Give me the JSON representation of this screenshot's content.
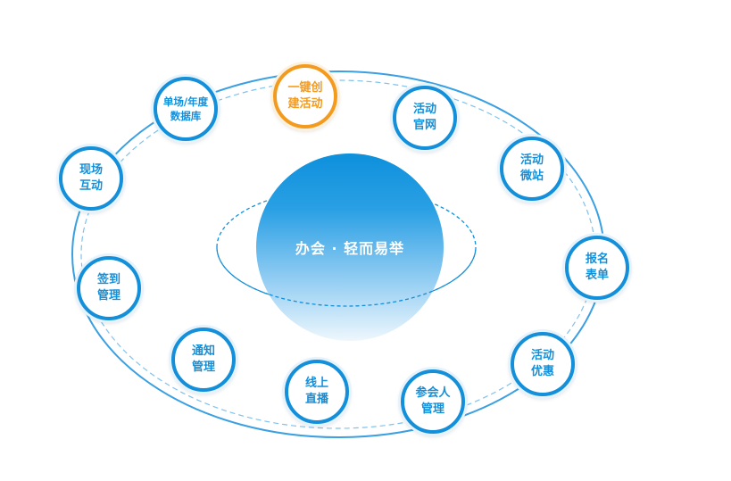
{
  "center": {
    "title": "办会 · 轻而易举"
  },
  "nodes": [
    {
      "id": "create-event",
      "label": "一键创\n建活动",
      "active": true
    },
    {
      "id": "event-website",
      "label": "活动\n官网"
    },
    {
      "id": "event-microsite",
      "label": "活动\n微站"
    },
    {
      "id": "registration-form",
      "label": "报名\n表单"
    },
    {
      "id": "event-discount",
      "label": "活动\n优惠"
    },
    {
      "id": "attendee-management",
      "label": "参会人\n管理"
    },
    {
      "id": "live-stream",
      "label": "线上\n直播"
    },
    {
      "id": "notification-management",
      "label": "通知\n管理"
    },
    {
      "id": "checkin-management",
      "label": "签到\n管理"
    },
    {
      "id": "onsite-interaction",
      "label": "现场\n互动"
    },
    {
      "id": "venue-database",
      "label": "单场/年度\n数据库"
    }
  ],
  "colors": {
    "primary": "#148fd9",
    "accent": "#f39b1f",
    "orbit": "#3aa0e2"
  }
}
